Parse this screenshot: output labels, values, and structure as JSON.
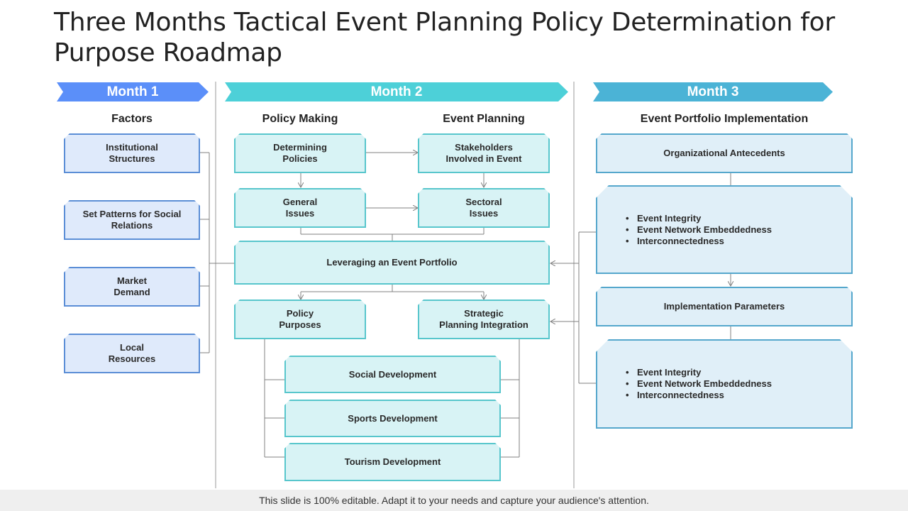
{
  "title": "Three Months Tactical Event Planning  Policy Determination for Purpose Roadmap",
  "colors": {
    "month1": "#5b8ff9",
    "month2": "#4dd0d8",
    "month3": "#4bb3d6",
    "line": "#808080"
  },
  "months": {
    "m1": "Month 1",
    "m2": "Month 2",
    "m3": "Month 3"
  },
  "headings": {
    "factors": "Factors",
    "policy_making": "Policy Making",
    "event_planning": "Event Planning",
    "implementation": "Event Portfolio Implementation"
  },
  "factors": {
    "institutional": "Institutional\nStructures",
    "social_relations": "Set Patterns for Social\nRelations",
    "market": "Market\nDemand",
    "local": "Local\nResources"
  },
  "month2": {
    "determining": "Determining\nPolicies",
    "stakeholders": "Stakeholders\nInvolved in Event",
    "general": "General\nIssues",
    "sectoral": "Sectoral\nIssues",
    "leveraging": "Leveraging an Event Portfolio",
    "policy_purposes": "Policy\nPurposes",
    "strategic": "Strategic\nPlanning Integration",
    "social": "Social Development",
    "sports": "Sports  Development",
    "tourism": "Tourism Development"
  },
  "month3": {
    "org_antecedents": "Organizational Antecedents",
    "list1": [
      "Event Integrity",
      "Event Network Embeddedness",
      "Interconnectedness"
    ],
    "impl_params": "Implementation Parameters",
    "list2": [
      "Event Integrity",
      "Event Network Embeddedness",
      "Interconnectedness"
    ]
  },
  "footer": "This slide is 100% editable. Adapt it to your needs and capture your audience's attention."
}
